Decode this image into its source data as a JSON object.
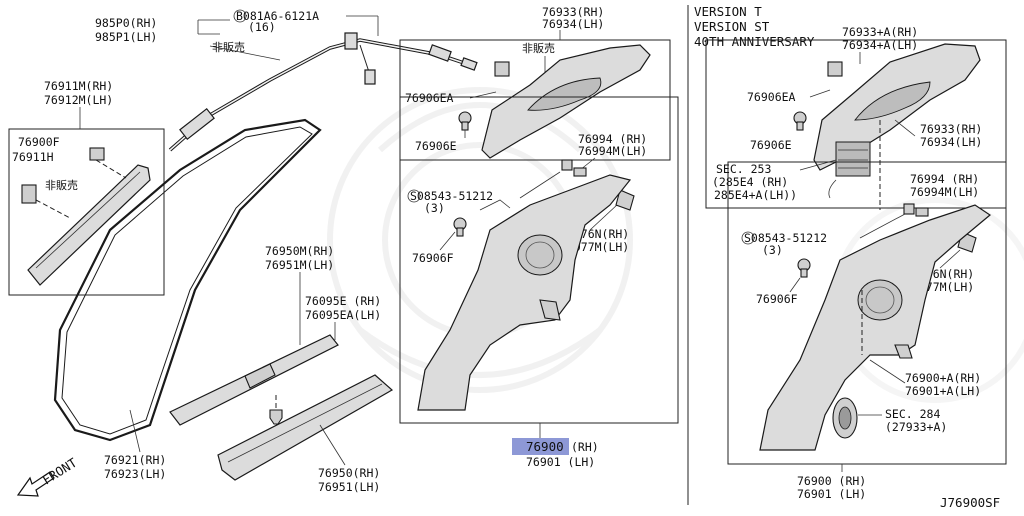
{
  "labels": {
    "hose_rh": "985P0(RH)",
    "hose_lh": "985P1(LH)",
    "bolt": "B081A6-6121A",
    "bolt_qty": "(16)",
    "hose_nfs": "非販売",
    "pillar_rh": "76911M(RH)",
    "pillar_lh": "76912M(LH)",
    "clip_a": "76900F",
    "clip_b": "76911H",
    "pillar_nfs": "非販売",
    "weatherstrip_rh": "76950M(RH)",
    "weatherstrip_lh": "76951M(LH)",
    "kick_rh": "76095E (RH)",
    "kick_lh": "76095EA(LH)",
    "welt_rh": "76921(RH)",
    "welt_lh": "76923(LH)",
    "sill_rh": "76950(RH)",
    "sill_lh": "76951(LH)",
    "front": "FRONT",
    "upper_rh": "76933(RH)",
    "upper_lh": "76934(LH)",
    "upper_nfs": "非販売",
    "clip_ea": "76906EA",
    "clip_e": "76906E",
    "screw": "S08543-51212",
    "screw_qty": "(3)",
    "bracket_rh": "76994 (RH)",
    "bracket_lh": "76994M(LH)",
    "cover_rh": "76976N(RH)",
    "cover_lh": "76977M(LH)",
    "clip_f": "76906F",
    "main_rh_num": "76900",
    "main_rh_suffix": "(RH)",
    "main_lh": "76901 (LH)",
    "version_1": "VERSION T",
    "version_2": "VERSION ST",
    "version_3": "40TH ANNIVERSARY",
    "v_upper_rh": "76933+A(RH)",
    "v_upper_lh": "76934+A(LH)",
    "v_clip_ea": "76906EA",
    "v_clip_e": "76906E",
    "v_upper2_rh": "76933(RH)",
    "v_upper2_lh": "76934(LH)",
    "sec253": "SEC. 253",
    "sec253_a": "(285E4   (RH)",
    "sec253_b": "285E4+A(LH))",
    "v_bracket_rh": "76994 (RH)",
    "v_bracket_lh": "76994M(LH)",
    "v_screw": "S08543-51212",
    "v_screw_qty": "(3)",
    "v_cover_rh": "76976N(RH)",
    "v_cover_lh": "76977M(LH)",
    "v_clip_f": "76906F",
    "v_main_a_rh": "76900+A(RH)",
    "v_main_a_lh": "76901+A(LH)",
    "sec284": "SEC. 284",
    "sec284_part": "(27933+A)",
    "v_main_rh": "76900 (RH)",
    "v_main_lh": "76901 (LH)",
    "diagram_id": "J76900SF"
  },
  "colors": {
    "highlight": "#8d98d6",
    "part_fill": "#dcdcdc",
    "line": "#222222"
  },
  "icons": [
    "front-arrow-icon",
    "screw-symbol-icon",
    "bolt-symbol-icon"
  ]
}
